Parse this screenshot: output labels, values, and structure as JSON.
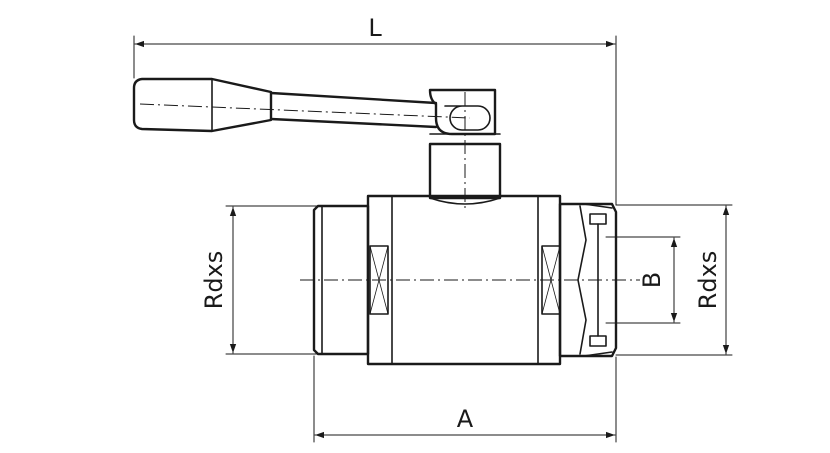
{
  "labels": {
    "overall_length": "L",
    "body_length": "A",
    "thread_left": "Rdxs",
    "thread_right": "Rdxs",
    "bore": "B"
  }
}
